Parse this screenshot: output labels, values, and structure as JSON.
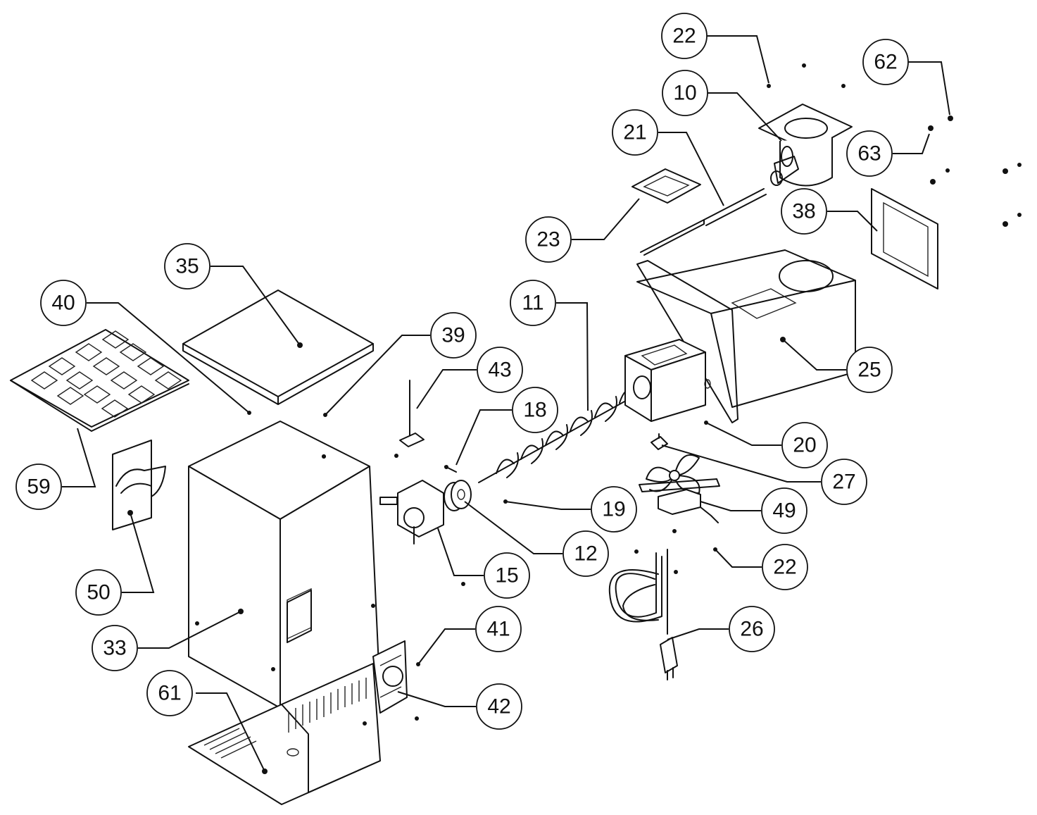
{
  "callouts": [
    {
      "id": "c22a",
      "label": "22"
    },
    {
      "id": "c10",
      "label": "10"
    },
    {
      "id": "c62",
      "label": "62"
    },
    {
      "id": "c21",
      "label": "21"
    },
    {
      "id": "c63",
      "label": "63"
    },
    {
      "id": "c23",
      "label": "23"
    },
    {
      "id": "c38",
      "label": "38"
    },
    {
      "id": "c35",
      "label": "35"
    },
    {
      "id": "c40",
      "label": "40"
    },
    {
      "id": "c11",
      "label": "11"
    },
    {
      "id": "c39",
      "label": "39"
    },
    {
      "id": "c43",
      "label": "43"
    },
    {
      "id": "c25",
      "label": "25"
    },
    {
      "id": "c18",
      "label": "18"
    },
    {
      "id": "c20",
      "label": "20"
    },
    {
      "id": "c59",
      "label": "59"
    },
    {
      "id": "c27",
      "label": "27"
    },
    {
      "id": "c19",
      "label": "19"
    },
    {
      "id": "c49",
      "label": "49"
    },
    {
      "id": "c12",
      "label": "12"
    },
    {
      "id": "c15",
      "label": "15"
    },
    {
      "id": "c22b",
      "label": "22"
    },
    {
      "id": "c50",
      "label": "50"
    },
    {
      "id": "c26",
      "label": "26"
    },
    {
      "id": "c41",
      "label": "41"
    },
    {
      "id": "c33",
      "label": "33"
    },
    {
      "id": "c61",
      "label": "61"
    },
    {
      "id": "c42",
      "label": "42"
    }
  ]
}
